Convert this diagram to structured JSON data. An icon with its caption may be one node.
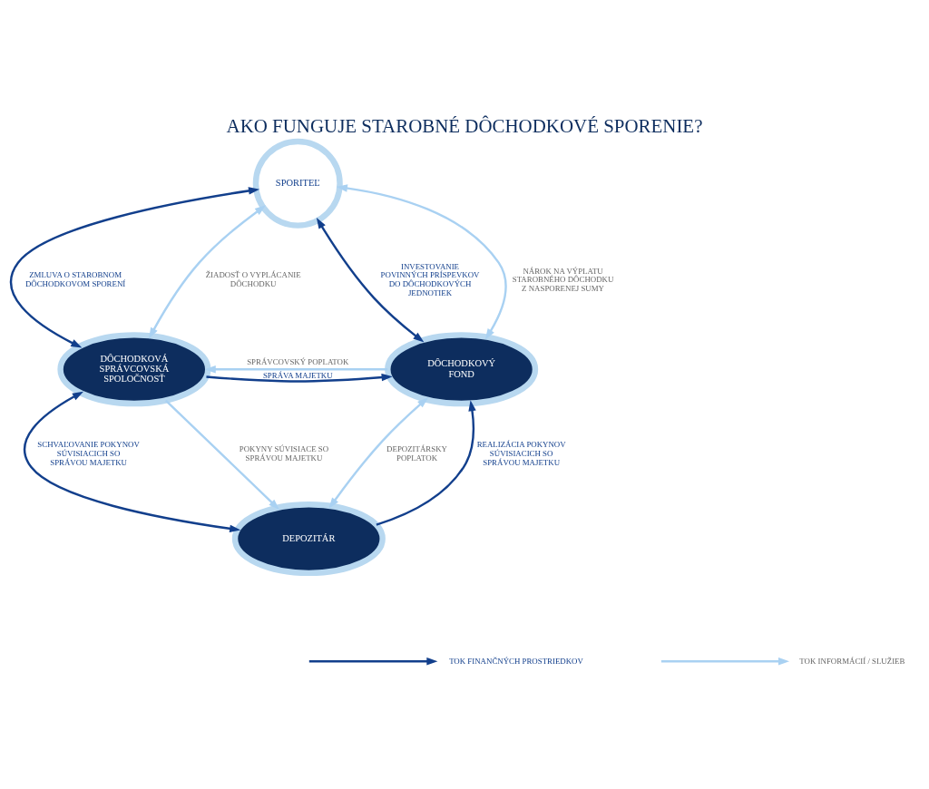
{
  "diagram": {
    "title": "AKO FUNGUJE STAROBNÉ DÔCHODKOVÉ SPORENIE?",
    "nodes": [
      {
        "text": [
          "SPORITEĽ"
        ]
      },
      {
        "text": [
          "DÔCHODKOVÁ SPRÁVCOVSKÁ SPOLOČNOSŤ"
        ]
      },
      {
        "text": [
          "DÔCHODKOVÝ FOND"
        ]
      },
      {
        "text": [
          "DEPOZITÁR"
        ]
      }
    ],
    "edges": [
      {
        "from": 0,
        "to": 1,
        "arrow": "both",
        "label": "ZMLUVA O STAROBNOM DÔCHODKOVOM SPORENÍ"
      },
      {
        "from": 1,
        "to": 0,
        "arrow": "both",
        "label": "ŽIADOSŤ O VYPLÁCANIE DÔCHODKU",
        "color": "#a9d1f2"
      },
      {
        "from": 0,
        "to": 2,
        "arrow": "both",
        "label": "INVESTOVANIE POVINNÝCH PRÍSPEVKOV DO DÔCHODKOVÝCH JEDNOTIEK"
      },
      {
        "from": 0,
        "to": 2,
        "arrow": "both",
        "label": "NÁROK NA VÝPLATU STAROBNÉHO DÔCHODKU Z NASPORENEJ SUMY",
        "color": "#a9d1f2"
      },
      {
        "from": 1,
        "to": 2,
        "arrow": "to",
        "label": "SPRÁVA MAJETKU"
      },
      {
        "from": 2,
        "to": 1,
        "arrow": "to",
        "label": "SPRÁVCOVSKÝ POPLATOK",
        "color": "#a9d1f2"
      },
      {
        "from": 1,
        "to": 3,
        "arrow": "both",
        "label": "SCHVAĽOVANIE POKYNOV SÚVISIACICH SO SPRÁVOU MAJETKU"
      },
      {
        "from": 1,
        "to": 3,
        "arrow": "to",
        "label": "POKYNY SÚVISIACE SO SPRÁVOU MAJETKU",
        "color": "#a9d1f2"
      },
      {
        "from": 3,
        "to": 2,
        "arrow": "both",
        "label": "DEPOZITÁRSKY POPLATOK",
        "color": "#a9d1f2"
      },
      {
        "from": 3,
        "to": 2,
        "arrow": "to",
        "label": "REALIZÁCIA POKYNOV SÚVISIACICH SO SPRÁVOU MAJETKU"
      }
    ],
    "legend": [
      {
        "text": "TOK FINANČNÝCH PROSTRIEDKOV"
      },
      {
        "text": "TOK INFORMÁCIÍ / SLUŽIEB"
      }
    ]
  }
}
